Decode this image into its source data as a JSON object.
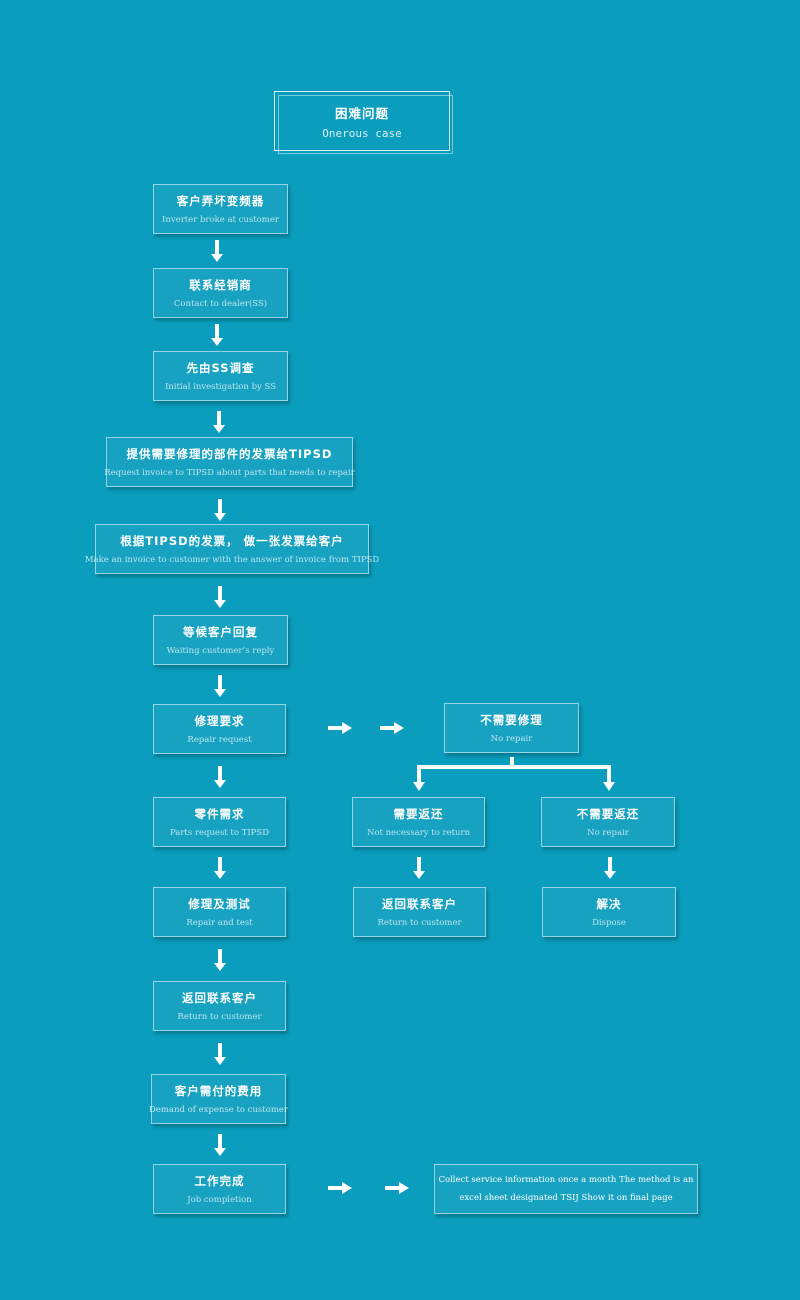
{
  "title": {
    "zh": "困难问题",
    "en": "Onerous case"
  },
  "steps": [
    {
      "zh": "客户弄坏变频器",
      "en": "Inverter broke at customer"
    },
    {
      "zh": "联系经销商",
      "en": "Contact to dealer(SS)"
    },
    {
      "zh": "先由SS调查",
      "en": "Initial investigation by SS"
    },
    {
      "zh": "提供需要修理的部件的发票给TIPSD",
      "en": "Request invoice to TIPSD about parts that needs to repair"
    },
    {
      "zh": "根据TIPSD的发票， 做一张发票给客户",
      "en": "Make an invoice to customer with the answer of invoice from TIPSD"
    },
    {
      "zh": "等候客户回复",
      "en": "Waiting customer’s reply"
    },
    {
      "zh": "修理要求",
      "en": "Repair request"
    },
    {
      "zh": "零件需求",
      "en": "Parts request to TIPSD"
    },
    {
      "zh": "修理及测试",
      "en": "Repair and test"
    },
    {
      "zh": "返回联系客户",
      "en": "Return to customer"
    },
    {
      "zh": "客户需付的费用",
      "en": "Demand of expense to customer"
    },
    {
      "zh": "工作完成",
      "en": "Job completion"
    }
  ],
  "branch": {
    "no_repair": {
      "zh": "不需要修理",
      "en": "No repair"
    },
    "need_return": {
      "zh": "需要返还",
      "en": "Not necessary to return"
    },
    "no_return": {
      "zh": "不需要返还",
      "en": "No repair"
    },
    "return_customer": {
      "zh": "返回联系客户",
      "en": "Return to customer"
    },
    "dispose": {
      "zh": "解决",
      "en": "Dispose"
    }
  },
  "note": "Collect service information once a month The method is an excel sheet designated TSIJ Show it on final page",
  "colors": {
    "background": "#0a9dbd",
    "box_border": "#ffffff",
    "arrow": "#ffffff"
  }
}
